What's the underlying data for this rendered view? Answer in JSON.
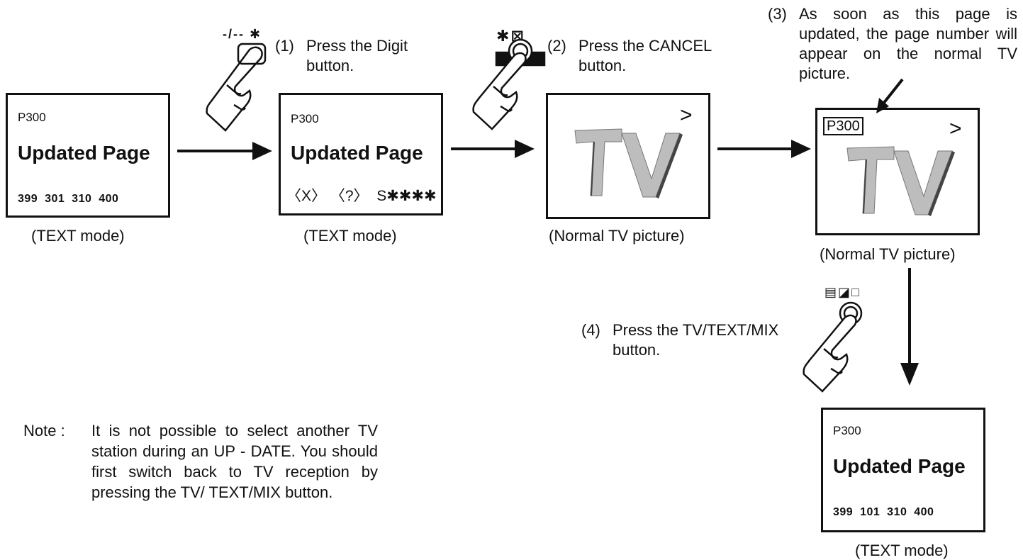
{
  "screen1": {
    "page": "P300",
    "title": "Updated Page",
    "numbers": "399  301  310  400",
    "caption": "(TEXT mode)"
  },
  "screen2": {
    "page": "P300",
    "title": "Updated Page",
    "controls": "〈X〉 〈?〉  S✱✱✱✱",
    "caption": "(TEXT mode)"
  },
  "screen3": {
    "tv_text": "TV",
    "chevron": ">",
    "caption": "(Normal TV picture)"
  },
  "screen4": {
    "page": "P300",
    "tv_text": "TV",
    "chevron": ">",
    "caption": "(Normal TV picture)"
  },
  "screen5": {
    "page": "P300",
    "title": "Updated Page",
    "numbers": "399  101  310  400",
    "caption": "(TEXT mode)"
  },
  "steps": [
    {
      "label": "(1)",
      "text": "Press the Digit button.",
      "button_symbol": "-/-- ✱"
    },
    {
      "label": "(2)",
      "text": "Press the CANCEL button.",
      "button_symbol": "✱⊠"
    },
    {
      "label": "(3)",
      "text": "As soon as this page is updated, the page number will appear on the normal TV picture."
    },
    {
      "label": "(4)",
      "text": "Press the TV/TEXT/MIX button.",
      "button_symbol": "▤◪□"
    }
  ],
  "note": {
    "label": "Note :",
    "text": "It is not possible to select another TV station during an UP - DATE. You should first switch back to TV reception by pressing the TV/ TEXT/MIX button."
  },
  "colors": {
    "ink": "#111111",
    "tv_shade": "#9a9a9a",
    "background": "#ffffff"
  },
  "icons": [
    "hand-press-icon",
    "arrow-right-icon",
    "arrow-down-icon",
    "pointer-arrow-icon"
  ]
}
